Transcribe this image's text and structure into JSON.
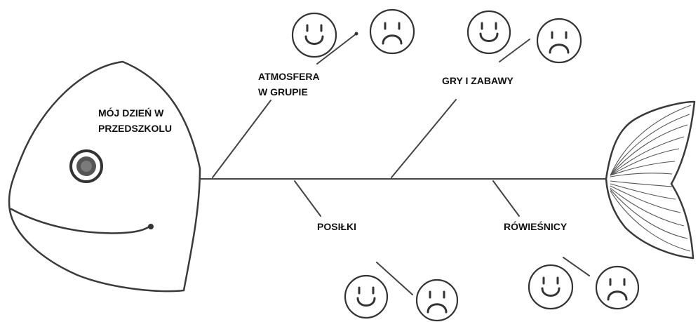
{
  "head_label": [
    "MÓJ DZIEŃ W",
    "PRZEDSZKOLU"
  ],
  "categories": [
    {
      "id": "atmosfera",
      "lines": [
        "ATMOSFERA",
        "W GRUPIE"
      ],
      "position": "top"
    },
    {
      "id": "gry",
      "lines": [
        "GRY I ZABAWY"
      ],
      "position": "top"
    },
    {
      "id": "posilki",
      "lines": [
        "POSIŁKI"
      ],
      "position": "bottom"
    },
    {
      "id": "rowiesnicy",
      "lines": [
        "RÓWIEŚNICY"
      ],
      "position": "bottom"
    }
  ],
  "face_pairs": [
    {
      "category": "atmosfera",
      "faces": [
        "happy",
        "sad"
      ]
    },
    {
      "category": "gry",
      "faces": [
        "happy",
        "sad"
      ]
    },
    {
      "category": "posilki",
      "faces": [
        "happy",
        "sad"
      ]
    },
    {
      "category": "rowiesnicy",
      "faces": [
        "happy",
        "sad"
      ]
    }
  ],
  "icons": {
    "happy": "smiley-face-icon",
    "sad": "frowning-face-icon",
    "fish": "fish-skeleton-icon"
  },
  "colors": {
    "line": "#333333",
    "background": "#ffffff"
  }
}
